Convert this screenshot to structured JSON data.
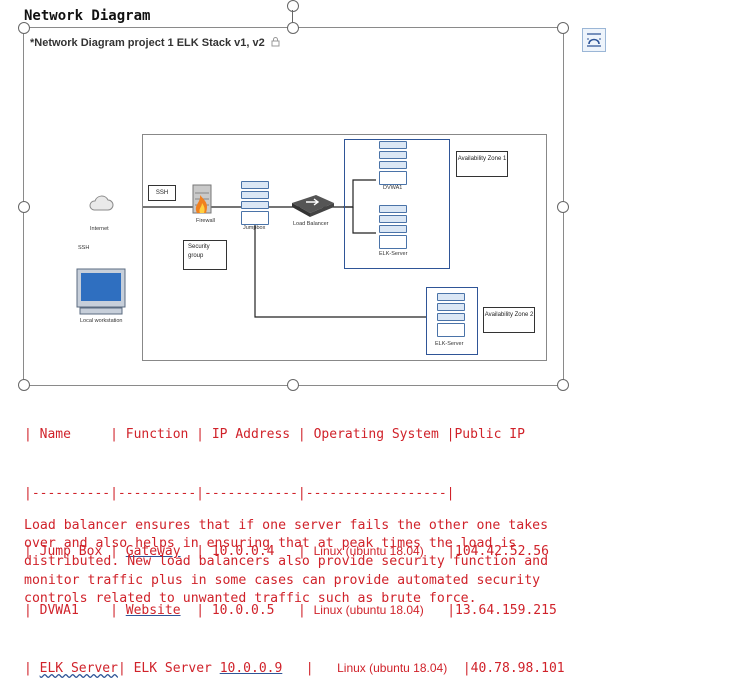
{
  "document": {
    "heading": "Network Diagram"
  },
  "image": {
    "header": "*Network Diagram project 1 ELK Stack v1, v2",
    "lock_icon": "lock-icon",
    "layout_options_icon": "layout-options-icon"
  },
  "diagram": {
    "ssh_top": "SSH",
    "internet": "Internet",
    "ssh_side": "SSH",
    "local_workstation": "Local workstation",
    "firewall": "Firewall",
    "jumpbox": "Jumpbox",
    "load_balancer": "Load Balancer",
    "security_group": "Security group",
    "dvwa1": "DVWA1",
    "elk_server_1": "ELK-Server",
    "elk_server_2": "ELK-Server",
    "zone1": "Availability Zone 1",
    "zone2": "Availability Zone 2"
  },
  "table": {
    "header": "| Name     | Function | IP Address | Operating System |Public IP",
    "separator": "|----------|----------|------------|------------------|",
    "rows": [
      {
        "pre": "| Jump Box | ",
        "function": "Gateway",
        "mid": "  | ",
        "ip": "10.0.0.4",
        "sep": "   | ",
        "os": "Linux (ubuntu 18.04)",
        "pub": "   |104.42.52.56"
      },
      {
        "pre": "| DVWA1    | ",
        "function": "Website",
        "mid": "  | ",
        "ip": "10.0.0.5",
        "sep": "   | ",
        "os": "Linux (ubuntu 18.04)",
        "pub": "   |13.64.159.215"
      },
      {
        "pre": "| ",
        "name": "ELK Server",
        "mid2": "| ELK Server ",
        "ip": "10.0.0.9",
        "sep": "   |   ",
        "os": "Linux (ubuntu 18.04)",
        "pub": "  |40.78.98.101"
      }
    ]
  },
  "paragraph": [
    "Load balancer ensures that if one server fails the other one takes",
    "over and also helps in ensuring that at peak times the load is",
    "distributed. New load balancers also provide security function and",
    "monitor traffic plus in some cases can provide automated security",
    "controls related to unwanted traffic such as brute force."
  ],
  "colors": {
    "text_red": "#d0222a",
    "link_blue": "#2f5597"
  }
}
